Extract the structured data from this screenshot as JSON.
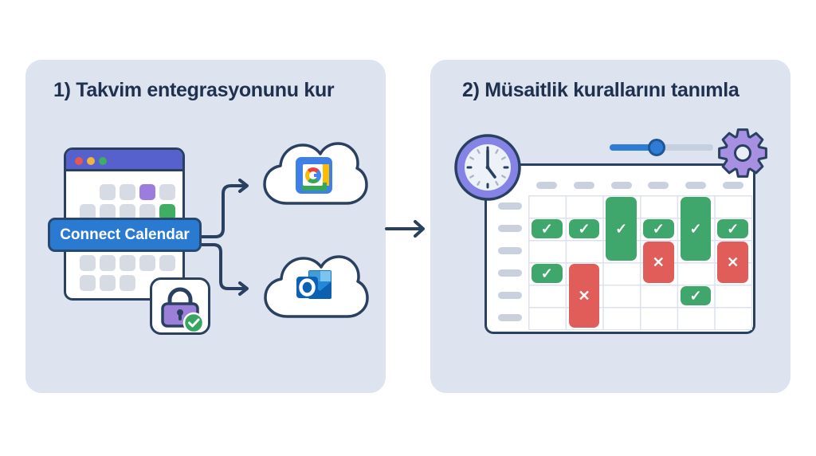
{
  "left_panel": {
    "title": "1) Takvim entegrasyonunu kur",
    "browser_window": {
      "traffic_light_colors": [
        "#e4584f",
        "#f3b33f",
        "#3fae63"
      ],
      "highlighted_day_color": "#9d7ce0",
      "synced_day_color": "#3fae63",
      "titlebar_color": "#5661cb"
    },
    "connect_button": {
      "label": "Connect Calendar",
      "color": "#2b7ad2"
    },
    "security_badge": {
      "icon": "lock-icon",
      "status_icon": "check-icon",
      "lock_color": "#9b7fd9",
      "check_color": "#35a561"
    },
    "integrations": [
      {
        "name": "google-calendar",
        "icon": "google-calendar-icon"
      },
      {
        "name": "outlook",
        "icon": "outlook-icon"
      }
    ]
  },
  "flow_arrow": {
    "icon": "arrow-right-icon",
    "color": "#2a4060"
  },
  "right_panel": {
    "title": "2) Müsaitlik kurallarını tanımla",
    "clock": {
      "icon": "clock-icon",
      "ring_color": "#8583e6"
    },
    "slider": {
      "value_percent": 45,
      "fill_color": "#2e7cd6",
      "track_color": "#c5cfde"
    },
    "gear": {
      "icon": "gear-icon",
      "color": "#a78fe2"
    },
    "availability_grid": {
      "columns": 6,
      "rows": 6,
      "available_color": "#3fa76c",
      "busy_color": "#e15d59",
      "icons": {
        "available": "✓",
        "busy": "✕"
      },
      "blocks": [
        {
          "col": 1,
          "row": 2,
          "span": 1,
          "type": "available"
        },
        {
          "col": 2,
          "row": 2,
          "span": 1,
          "type": "available"
        },
        {
          "col": 3,
          "row": 1,
          "span": 3,
          "type": "available"
        },
        {
          "col": 4,
          "row": 2,
          "span": 1,
          "type": "available"
        },
        {
          "col": 5,
          "row": 1,
          "span": 3,
          "type": "available"
        },
        {
          "col": 6,
          "row": 2,
          "span": 1,
          "type": "available"
        },
        {
          "col": 1,
          "row": 4,
          "span": 1,
          "type": "available"
        },
        {
          "col": 2,
          "row": 4,
          "span": 3,
          "type": "busy"
        },
        {
          "col": 4,
          "row": 3,
          "span": 2,
          "type": "busy"
        },
        {
          "col": 6,
          "row": 3,
          "span": 2,
          "type": "busy"
        },
        {
          "col": 5,
          "row": 5,
          "span": 1,
          "type": "available"
        }
      ]
    }
  },
  "colors": {
    "outline": "#2a4060",
    "panel_bg": "#dde4f0",
    "title_text": "#20304f",
    "page_bg": "#ffffff"
  }
}
